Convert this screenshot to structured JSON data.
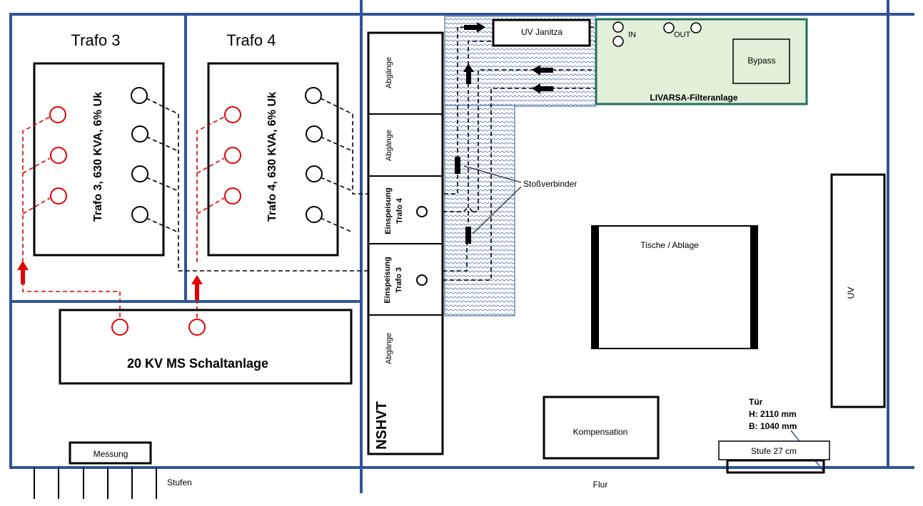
{
  "colors": {
    "wall": "#2f5597",
    "hatch": "#2f5597",
    "livarsa_fill": "#e2f0d9",
    "livarsa_border": "#1f6f5c",
    "red": "#e00000",
    "black": "#000000"
  },
  "rooms": {
    "trafo3_title": "Trafo 3",
    "trafo4_title": "Trafo 4"
  },
  "trafos": {
    "trafo3_label": "Trafo 3,  630 KVA, 6% Uk",
    "trafo4_label": "Trafo 4,  630 KVA, 6% Uk"
  },
  "switchgear": {
    "label": "20 KV  MS  Schaltanlage"
  },
  "measurement": {
    "label": "Messung"
  },
  "stairs": {
    "label": "Stufen"
  },
  "corridor": {
    "label": "Flur"
  },
  "nshvt": {
    "title": "NSHVT",
    "sections": [
      "Abgänge",
      "Abgänge",
      "Einspeisung Trafo 4",
      "Einspeisung Trafo 3",
      "Abgänge"
    ],
    "feed4_lines": [
      "Einspeisung",
      "Trafo 4"
    ],
    "feed3_lines": [
      "Einspeisung",
      "Trafo 3"
    ]
  },
  "uv_janitza": {
    "label": "UV Janitza"
  },
  "livarsa": {
    "label": "LIVARSA-Filteranlage",
    "in_label": "IN",
    "out_label": "OUT",
    "bypass_label": "Bypass"
  },
  "joint": {
    "label": "Stoßverbinder"
  },
  "table": {
    "label": "Tische / Ablage"
  },
  "uv": {
    "label": "UV"
  },
  "kompensation": {
    "label": "Kompensation"
  },
  "door": {
    "title": "Tür",
    "height": "H: 2110 mm",
    "width": "B: 1040 mm"
  },
  "step": {
    "label": "Stufe 27 cm"
  }
}
